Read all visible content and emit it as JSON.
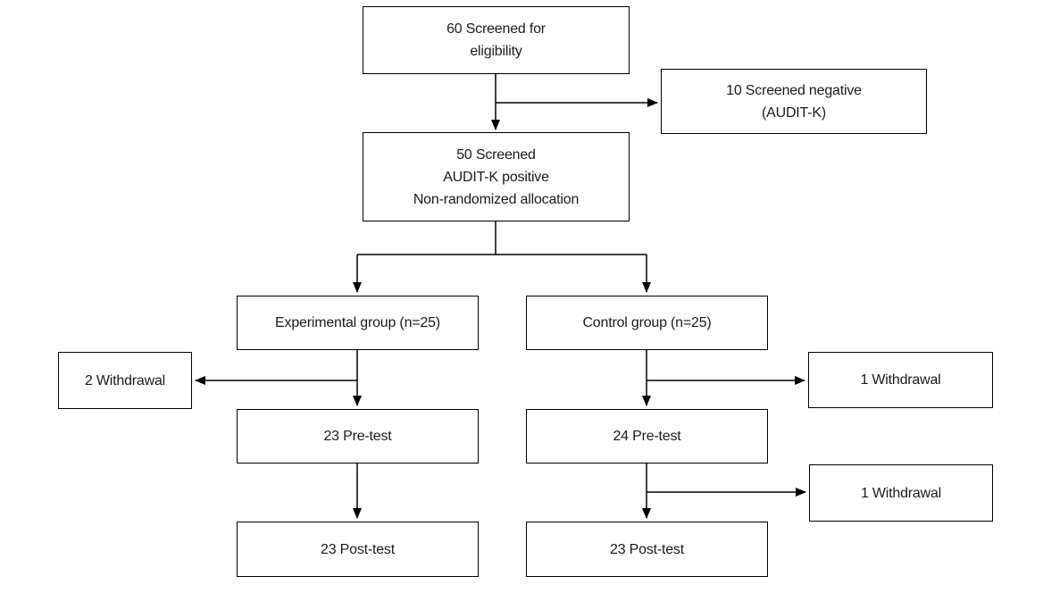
{
  "diagram": {
    "type": "flowchart",
    "title": "Participant flow diagram (screening, allocation, pre-test and post-test)",
    "nodes": {
      "screened_eligibility": {
        "label": "60 Screened for\neligibility",
        "n": 60
      },
      "screened_negative": {
        "label": "10 Screened negative\n(AUDIT-K)",
        "n": 10
      },
      "audit_positive": {
        "label": "50 Screened\nAUDIT-K positive\nNon-randomized allocation",
        "n": 50
      },
      "experimental_group": {
        "label": "Experimental group (n=25)",
        "n": 25
      },
      "control_group": {
        "label": "Control group (n=25)",
        "n": 25
      },
      "withdrawal_experimental": {
        "label": "2 Withdrawal",
        "n": 2
      },
      "withdrawal_control_1": {
        "label": "1 Withdrawal",
        "n": 1
      },
      "pretest_experimental": {
        "label": "23 Pre-test",
        "n": 23
      },
      "pretest_control": {
        "label": "24 Pre-test",
        "n": 24
      },
      "withdrawal_control_2": {
        "label": "1 Withdrawal",
        "n": 1
      },
      "posttest_experimental": {
        "label": "23 Post-test",
        "n": 23
      },
      "posttest_control": {
        "label": "23 Post-test",
        "n": 23
      }
    },
    "edges": [
      {
        "from": "screened_eligibility",
        "to": "screened_negative"
      },
      {
        "from": "screened_eligibility",
        "to": "audit_positive"
      },
      {
        "from": "audit_positive",
        "to": "experimental_group"
      },
      {
        "from": "audit_positive",
        "to": "control_group"
      },
      {
        "from": "experimental_group",
        "to": "withdrawal_experimental"
      },
      {
        "from": "experimental_group",
        "to": "pretest_experimental"
      },
      {
        "from": "control_group",
        "to": "withdrawal_control_1"
      },
      {
        "from": "control_group",
        "to": "pretest_control"
      },
      {
        "from": "pretest_experimental",
        "to": "posttest_experimental"
      },
      {
        "from": "pretest_control",
        "to": "withdrawal_control_2"
      },
      {
        "from": "pretest_control",
        "to": "posttest_control"
      }
    ],
    "colors": {
      "border": "#000000",
      "text": "#1c1c1c",
      "background": "#ffffff"
    }
  }
}
